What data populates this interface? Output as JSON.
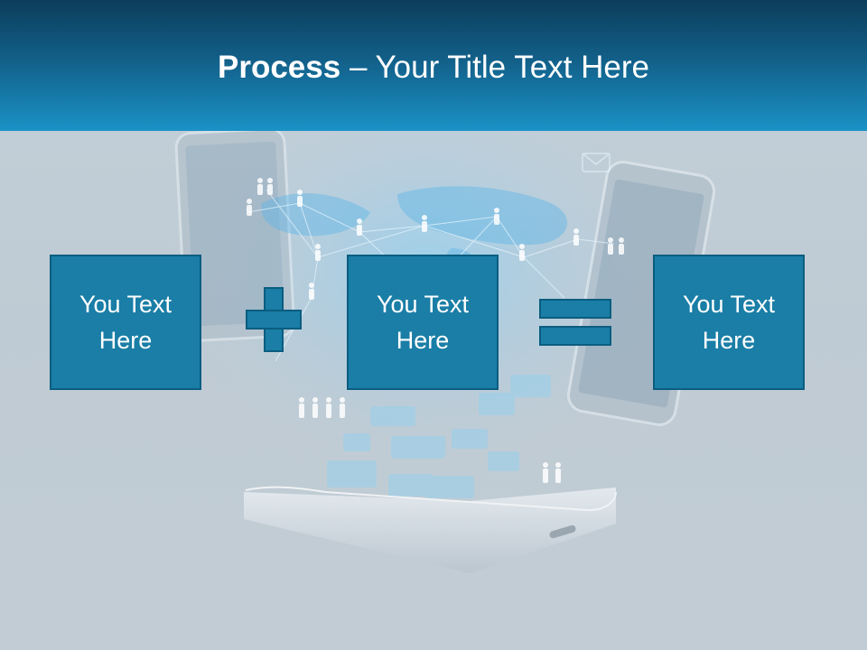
{
  "title": {
    "bold": "Process",
    "rest": " – Your Title Text Here"
  },
  "boxes": [
    {
      "text": "You Text\nHere"
    },
    {
      "text": "You Text\nHere"
    },
    {
      "text": "You Text\nHere"
    }
  ],
  "operators": {
    "first": "plus",
    "second": "equals"
  },
  "colors": {
    "header_dark": "#0c3d5b",
    "header_light": "#1a92c6",
    "box_fill": "#1a7ea6",
    "box_border": "#0b5d80",
    "background": "#c3d0d9"
  }
}
